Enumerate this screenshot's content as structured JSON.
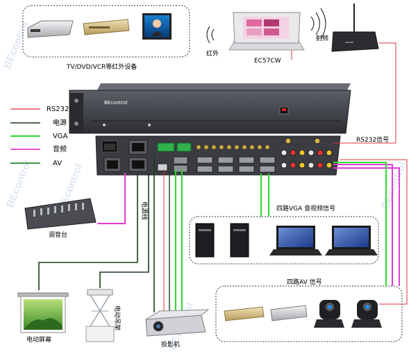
{
  "devices_box": {
    "label": "TV/DVD/VCR等红外设备"
  },
  "touch_panel": {
    "label": "EC57CW"
  },
  "infrared": {
    "label": "红外"
  },
  "radio": {
    "label": "射频"
  },
  "legend": [
    {
      "label": "RS232",
      "color": "#e0303a"
    },
    {
      "label": "电源",
      "color": "#1a3a1a"
    },
    {
      "label": "VGA",
      "color": "#2bd92b"
    },
    {
      "label": "音频",
      "color": "#e23ad8"
    },
    {
      "label": "AV",
      "color": "#1c8a2c"
    }
  ],
  "controller": {
    "brand": "BEcontrol"
  },
  "rs232_signal": {
    "label": "RS232信号"
  },
  "power_line": {
    "label": "电源线"
  },
  "mixer": {
    "label": "调音台"
  },
  "vga_group": {
    "label": "四路VGA 音视频信号"
  },
  "av_group": {
    "label": "四路AV 信号"
  },
  "screen": {
    "label": "电动屏幕"
  },
  "lift": {
    "label": "电动吊架"
  },
  "projector": {
    "label": "投影机"
  },
  "watermark": {
    "text": "BEcontrol"
  },
  "colors": {
    "rs232": "#e0303a",
    "power": "#1a3a1a",
    "vga": "#2bd92b",
    "audio": "#e23ad8",
    "av": "#1c8a2c"
  }
}
